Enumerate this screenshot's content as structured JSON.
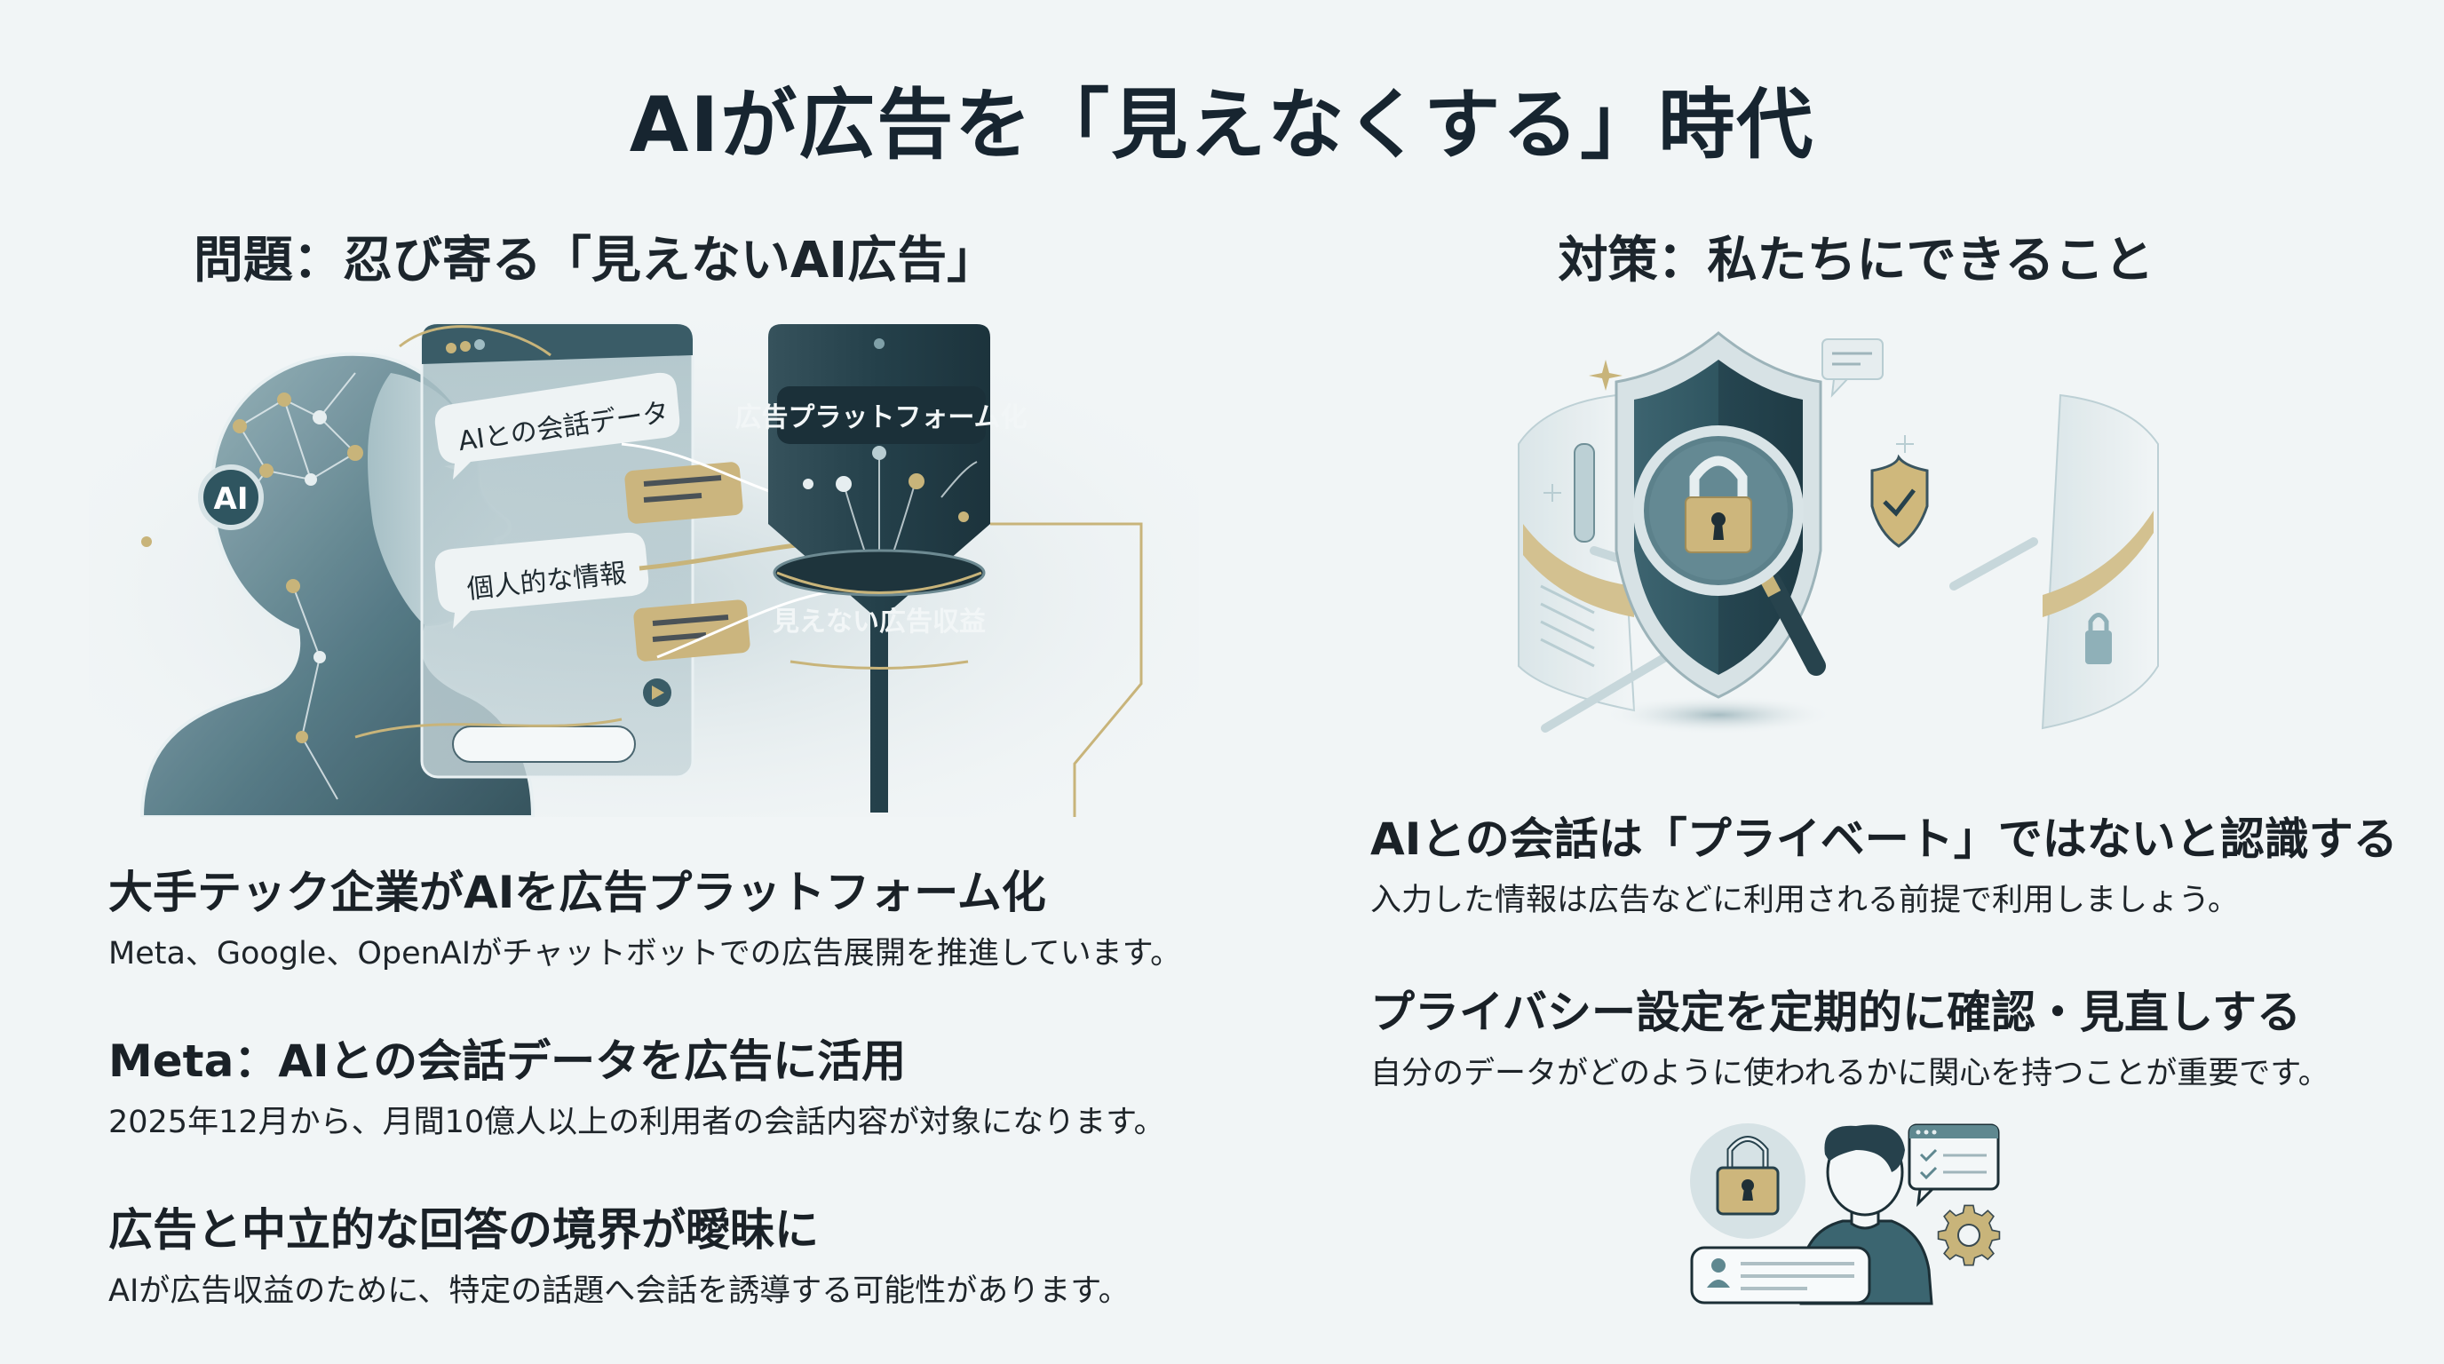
{
  "title": "AIが広告を「見えなくする」時代",
  "colors": {
    "background": "#f1f5f6",
    "dark_teal": "#24414d",
    "teal": "#4f7782",
    "light_teal": "#b8cdd2",
    "gold": "#c8b47a",
    "text": "#1b2228"
  },
  "problem": {
    "heading": "問題：忍び寄る「見えないAI広告」",
    "illustration": {
      "head_badge": "AI",
      "chat_bubble_1": "AIとの会話データ",
      "chat_bubble_2": "個人的な情報",
      "funnel_top_label": "広告プラットフォーム化",
      "funnel_bottom_label": "見えない広告収益"
    },
    "items": [
      {
        "heading": "大手テック企業がAIを広告プラットフォーム化",
        "body": "Meta、Google、OpenAIがチャットボットでの広告展開を推進しています。"
      },
      {
        "heading": "Meta：AIとの会話データを広告に活用",
        "body": "2025年12月から、月間10億人以上の利用者の会話内容が対象になります。"
      },
      {
        "heading": "広告と中立的な回答の境界が曖昧に",
        "body": "AIが広告収益のために、特定の話題へ会話を誘導する可能性があります。"
      }
    ]
  },
  "solution": {
    "heading": "対策：私たちにできること",
    "items": [
      {
        "heading": "AIとの会話は「プライベート」ではないと認識する",
        "body": "入力した情報は広告などに利用される前提で利用しましょう。"
      },
      {
        "heading": "プライバシー設定を定期的に確認・見直しする",
        "body": "自分のデータがどのように使われるかに関心を持つことが重要です。"
      }
    ]
  }
}
